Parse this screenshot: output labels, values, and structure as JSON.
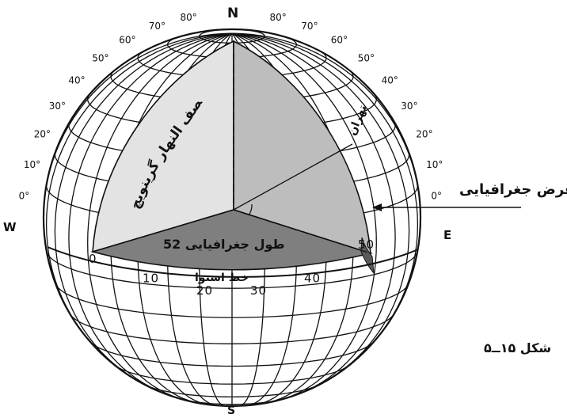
{
  "poles": {
    "north": "N",
    "south": "S"
  },
  "cardinals": {
    "west": "W",
    "east": "E"
  },
  "latitude_labels_left": [
    "80°",
    "70°",
    "60°",
    "50°",
    "40°",
    "30°",
    "20°",
    "10°",
    "0°"
  ],
  "latitude_labels_right": [
    "80°",
    "70°",
    "60°",
    "50°",
    "40°",
    "30°",
    "20°",
    "10°",
    "0°"
  ],
  "equator_longitudes": [
    "0",
    "10",
    "20",
    "30",
    "40",
    "50"
  ],
  "labels": {
    "greenwich_meridian": "نصف النهار گرینویچ",
    "tehran": "تهران",
    "latitude": "عرض جغرافیایی",
    "longitude": "طول جغرافیایی 52",
    "equator": "خط استوا"
  },
  "caption": "شکل ۱۵ــ۵",
  "colors": {
    "wedge_face_left": "#e3e3e3",
    "wedge_face_right": "#bdbdbd",
    "equatorial_plane": "#7f7f7f",
    "cut_face": "#5a5a5a",
    "ink": "#111111"
  }
}
